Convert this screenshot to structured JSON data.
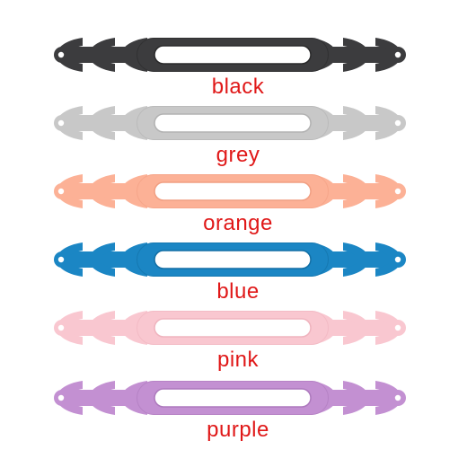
{
  "variants": [
    {
      "label": "black",
      "color": "#3c3c3e",
      "shade": "#2a2a2b"
    },
    {
      "label": "grey",
      "color": "#c8c8c8",
      "shade": "#b2b2b2"
    },
    {
      "label": "orange",
      "color": "#fcb196",
      "shade": "#f19f82"
    },
    {
      "label": "blue",
      "color": "#1b86c4",
      "shade": "#136fa5"
    },
    {
      "label": "pink",
      "color": "#f9c7d0",
      "shade": "#efb3be"
    },
    {
      "label": "purple",
      "color": "#c390d2",
      "shade": "#ad79bd"
    }
  ]
}
